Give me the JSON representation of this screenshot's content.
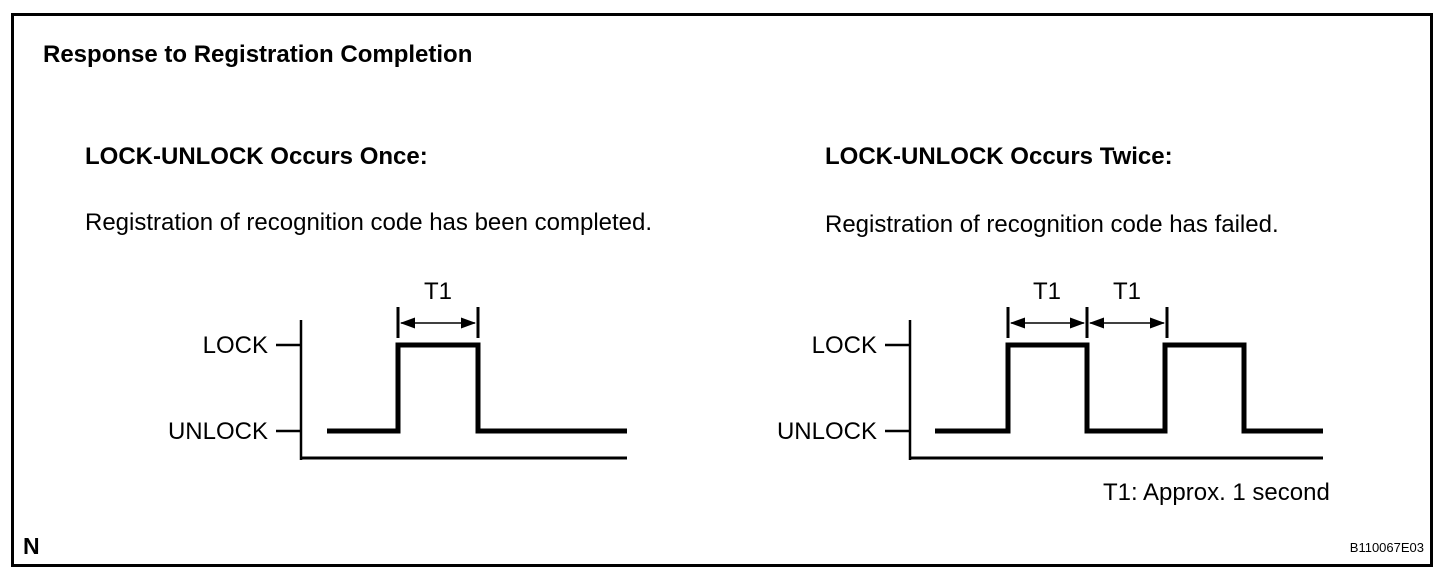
{
  "title": "Response to Registration Completion",
  "colors": {
    "ink": "#000000",
    "background": "#ffffff"
  },
  "sections": {
    "once": {
      "heading": "LOCK-UNLOCK Occurs Once:",
      "description": "Registration of recognition code has been completed."
    },
    "twice": {
      "heading": "LOCK-UNLOCK Occurs Twice:",
      "description": "Registration of recognition code has failed."
    }
  },
  "diagrams": {
    "once": {
      "high_label": "LOCK",
      "low_label": "UNLOCK",
      "t1_label": "T1",
      "pulse_count": 1,
      "sequence": [
        "UNLOCK",
        "LOCK",
        "UNLOCK"
      ]
    },
    "twice": {
      "high_label": "LOCK",
      "low_label": "UNLOCK",
      "t1_labels": [
        "T1",
        "T1"
      ],
      "pulse_count": 2,
      "sequence": [
        "UNLOCK",
        "LOCK",
        "UNLOCK",
        "LOCK",
        "UNLOCK"
      ]
    }
  },
  "footnote": "T1: Approx. 1 second",
  "page_marker": "N",
  "figure_code": "B110067E03"
}
